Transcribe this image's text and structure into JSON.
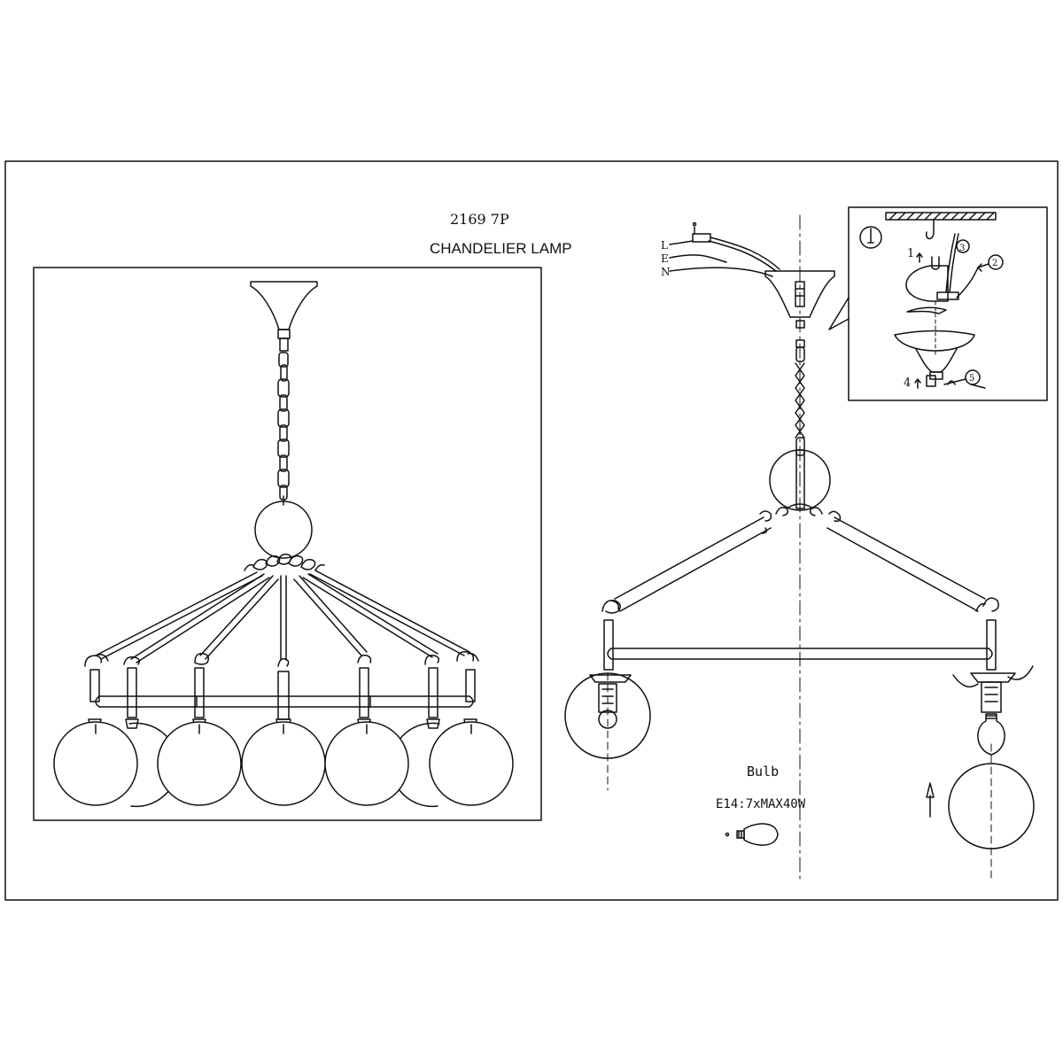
{
  "title": {
    "model": "2169 7P",
    "name": "CHANDELIER LAMP"
  },
  "wiring": {
    "labels": [
      "L",
      "E",
      "N"
    ]
  },
  "inset": {
    "steps": [
      "1",
      "2",
      "3",
      "4",
      "5"
    ]
  },
  "bulb": {
    "label": "Bulb",
    "spec": "E14:7xMAX40W"
  },
  "colors": {
    "line": "#111111",
    "paper": "#ffffff"
  }
}
